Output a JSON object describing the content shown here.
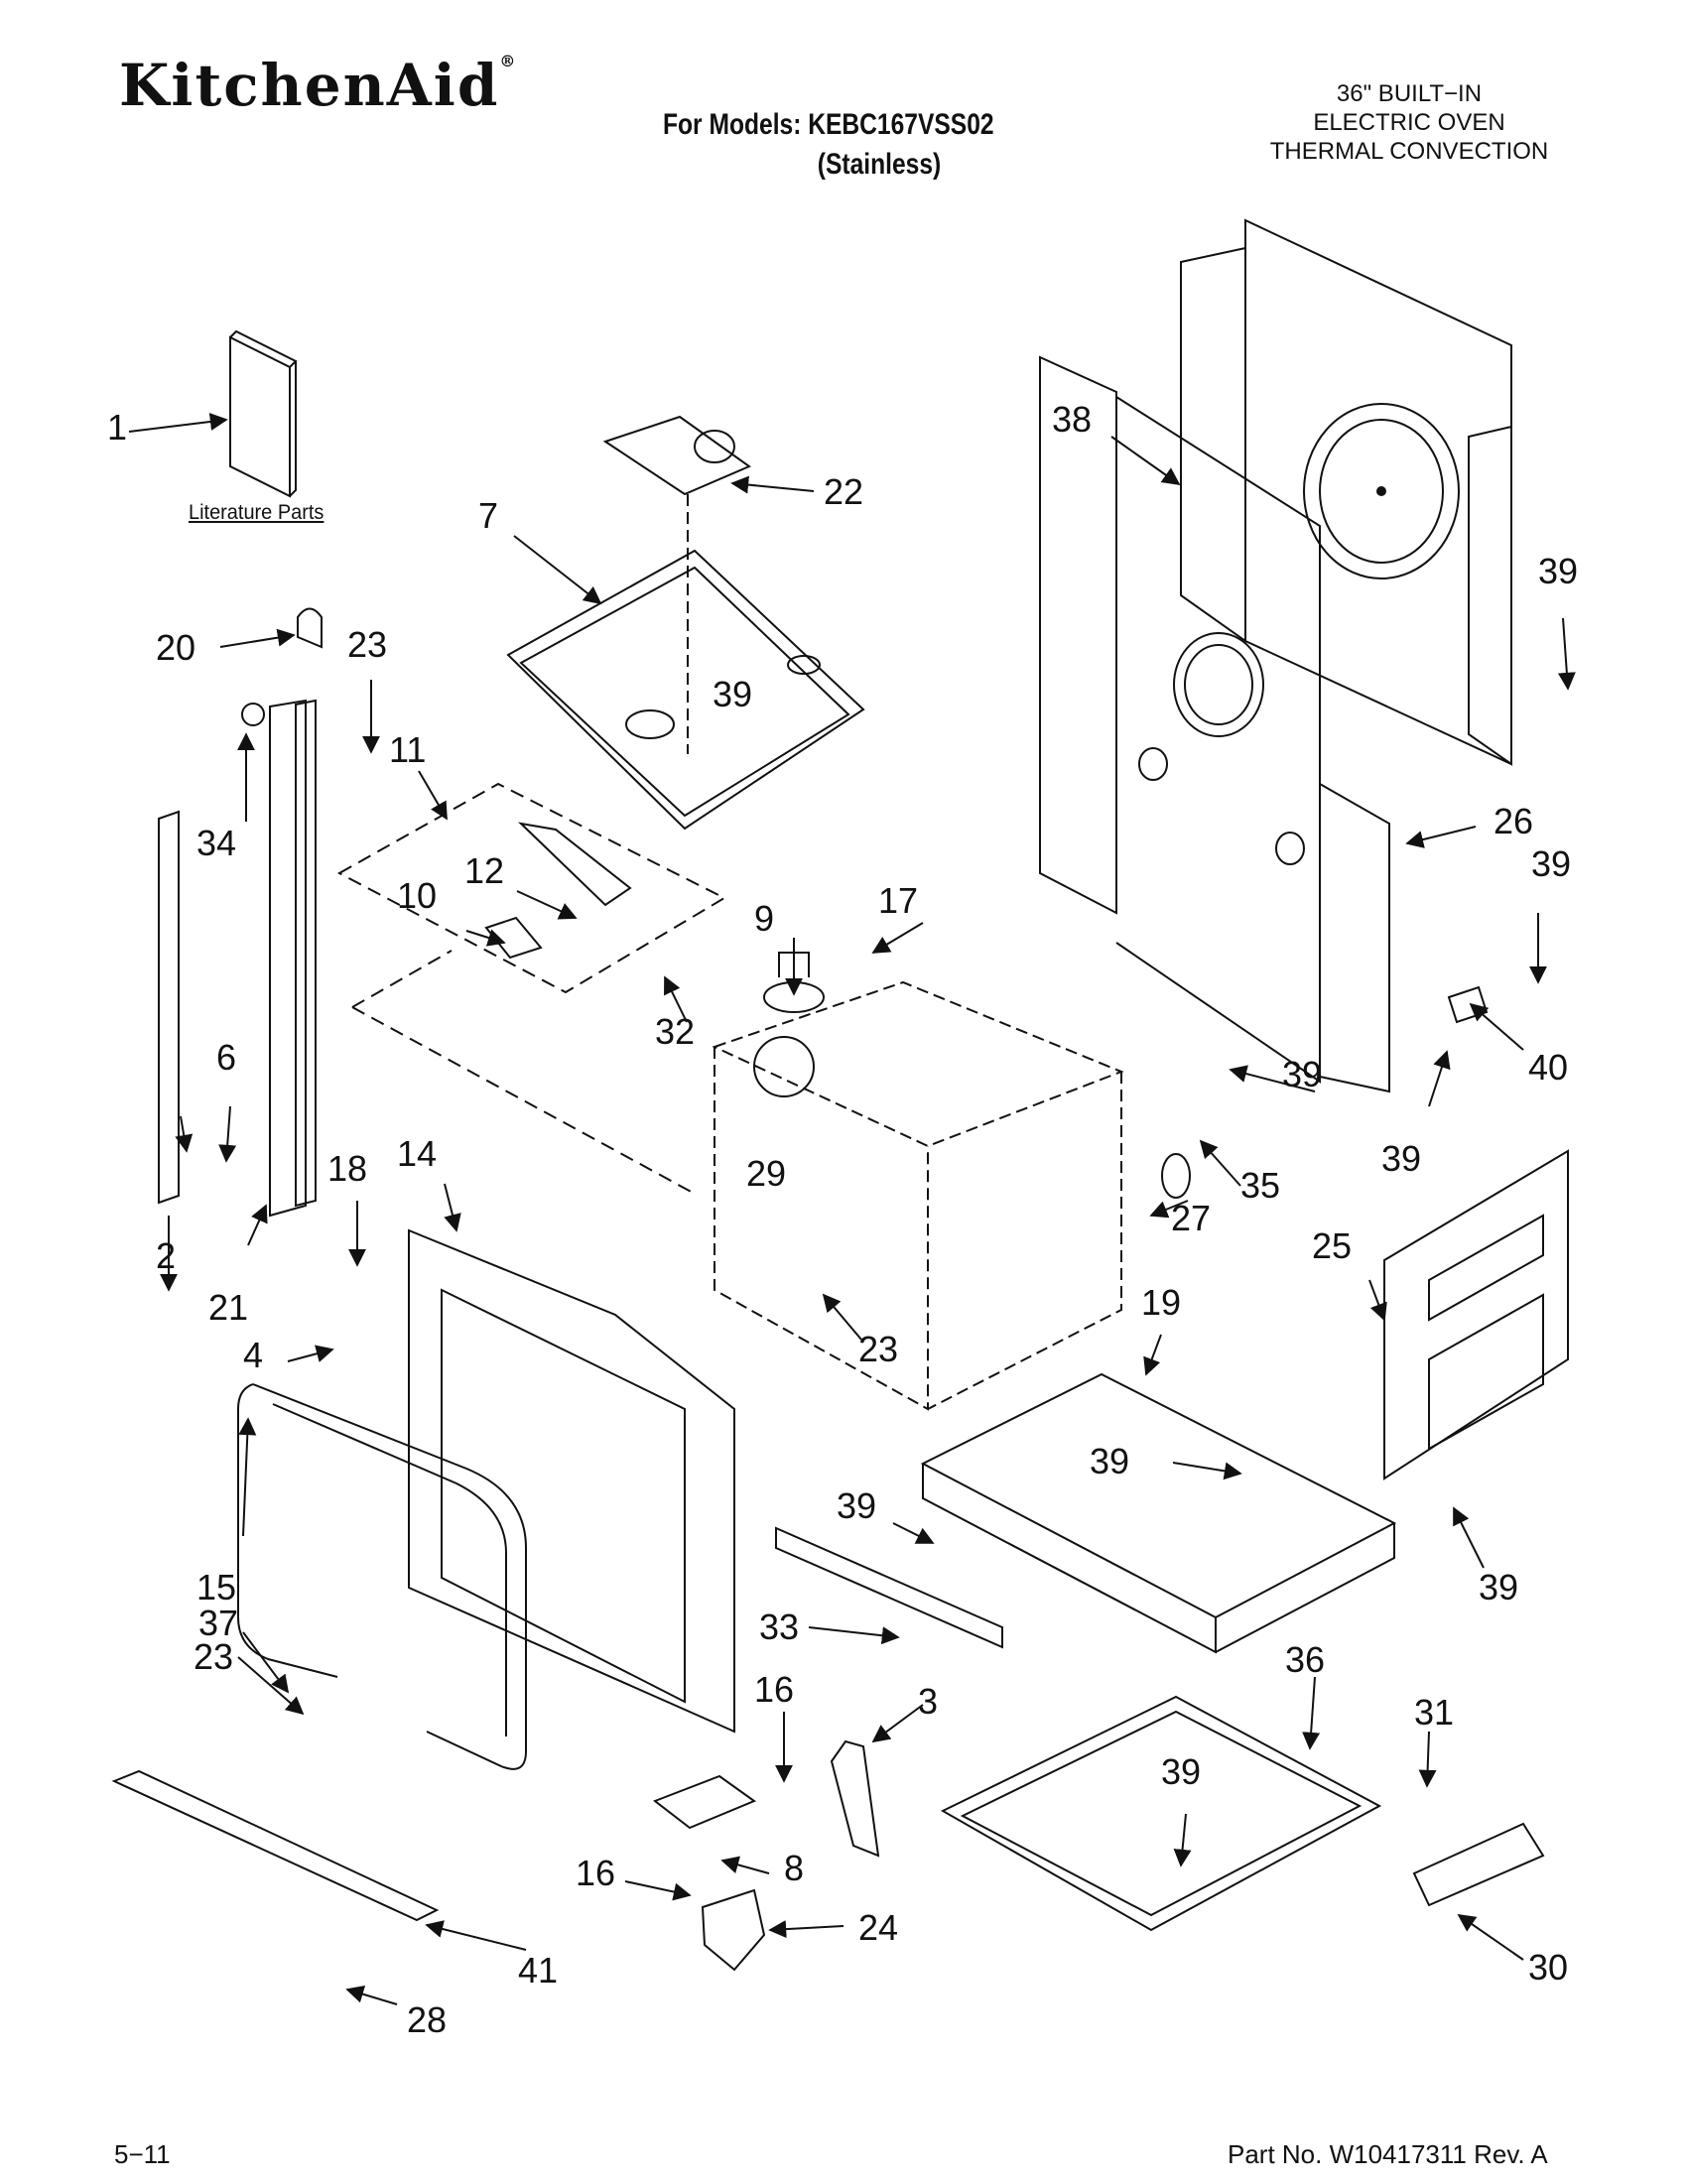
{
  "header": {
    "brand": "KitchenAid",
    "brand_mark": "®",
    "models_line": "For Models: KEBC167VSS02",
    "finish": "(Stainless)",
    "description": [
      "36\" BUILT−IN",
      "ELECTRIC OVEN",
      "THERMAL CONVECTION"
    ]
  },
  "literature_label": "Literature Parts",
  "footer": {
    "page": "5−11",
    "part_number": "Part No. W10417311 Rev. A"
  },
  "callouts": [
    {
      "id": "c1",
      "text": "1"
    },
    {
      "id": "c2",
      "text": "2"
    },
    {
      "id": "c3",
      "text": "3"
    },
    {
      "id": "c4",
      "text": "4"
    },
    {
      "id": "c6",
      "text": "6"
    },
    {
      "id": "c7",
      "text": "7"
    },
    {
      "id": "c8",
      "text": "8"
    },
    {
      "id": "c9",
      "text": "9"
    },
    {
      "id": "c10",
      "text": "10"
    },
    {
      "id": "c11",
      "text": "11"
    },
    {
      "id": "c12",
      "text": "12"
    },
    {
      "id": "c14",
      "text": "14"
    },
    {
      "id": "c15",
      "text": "15"
    },
    {
      "id": "c16a",
      "text": "16"
    },
    {
      "id": "c16b",
      "text": "16"
    },
    {
      "id": "c17",
      "text": "17"
    },
    {
      "id": "c18",
      "text": "18"
    },
    {
      "id": "c19",
      "text": "19"
    },
    {
      "id": "c20",
      "text": "20"
    },
    {
      "id": "c21",
      "text": "21"
    },
    {
      "id": "c22",
      "text": "22"
    },
    {
      "id": "c23a",
      "text": "23"
    },
    {
      "id": "c23b",
      "text": "23"
    },
    {
      "id": "c23c",
      "text": "23"
    },
    {
      "id": "c24",
      "text": "24"
    },
    {
      "id": "c25",
      "text": "25"
    },
    {
      "id": "c26",
      "text": "26"
    },
    {
      "id": "c27",
      "text": "27"
    },
    {
      "id": "c28",
      "text": "28"
    },
    {
      "id": "c29",
      "text": "29"
    },
    {
      "id": "c30",
      "text": "30"
    },
    {
      "id": "c31",
      "text": "31"
    },
    {
      "id": "c32",
      "text": "32"
    },
    {
      "id": "c33",
      "text": "33"
    },
    {
      "id": "c34",
      "text": "34"
    },
    {
      "id": "c35",
      "text": "35"
    },
    {
      "id": "c36",
      "text": "36"
    },
    {
      "id": "c37",
      "text": "37"
    },
    {
      "id": "c38",
      "text": "38"
    },
    {
      "id": "c39a",
      "text": "39"
    },
    {
      "id": "c39b",
      "text": "39"
    },
    {
      "id": "c39c",
      "text": "39"
    },
    {
      "id": "c39d",
      "text": "39"
    },
    {
      "id": "c39e",
      "text": "39"
    },
    {
      "id": "c39f",
      "text": "39"
    },
    {
      "id": "c39g",
      "text": "39"
    },
    {
      "id": "c39h",
      "text": "39"
    },
    {
      "id": "c39i",
      "text": "39"
    },
    {
      "id": "c39j",
      "text": "39"
    },
    {
      "id": "c40",
      "text": "40"
    },
    {
      "id": "c41",
      "text": "41"
    }
  ]
}
